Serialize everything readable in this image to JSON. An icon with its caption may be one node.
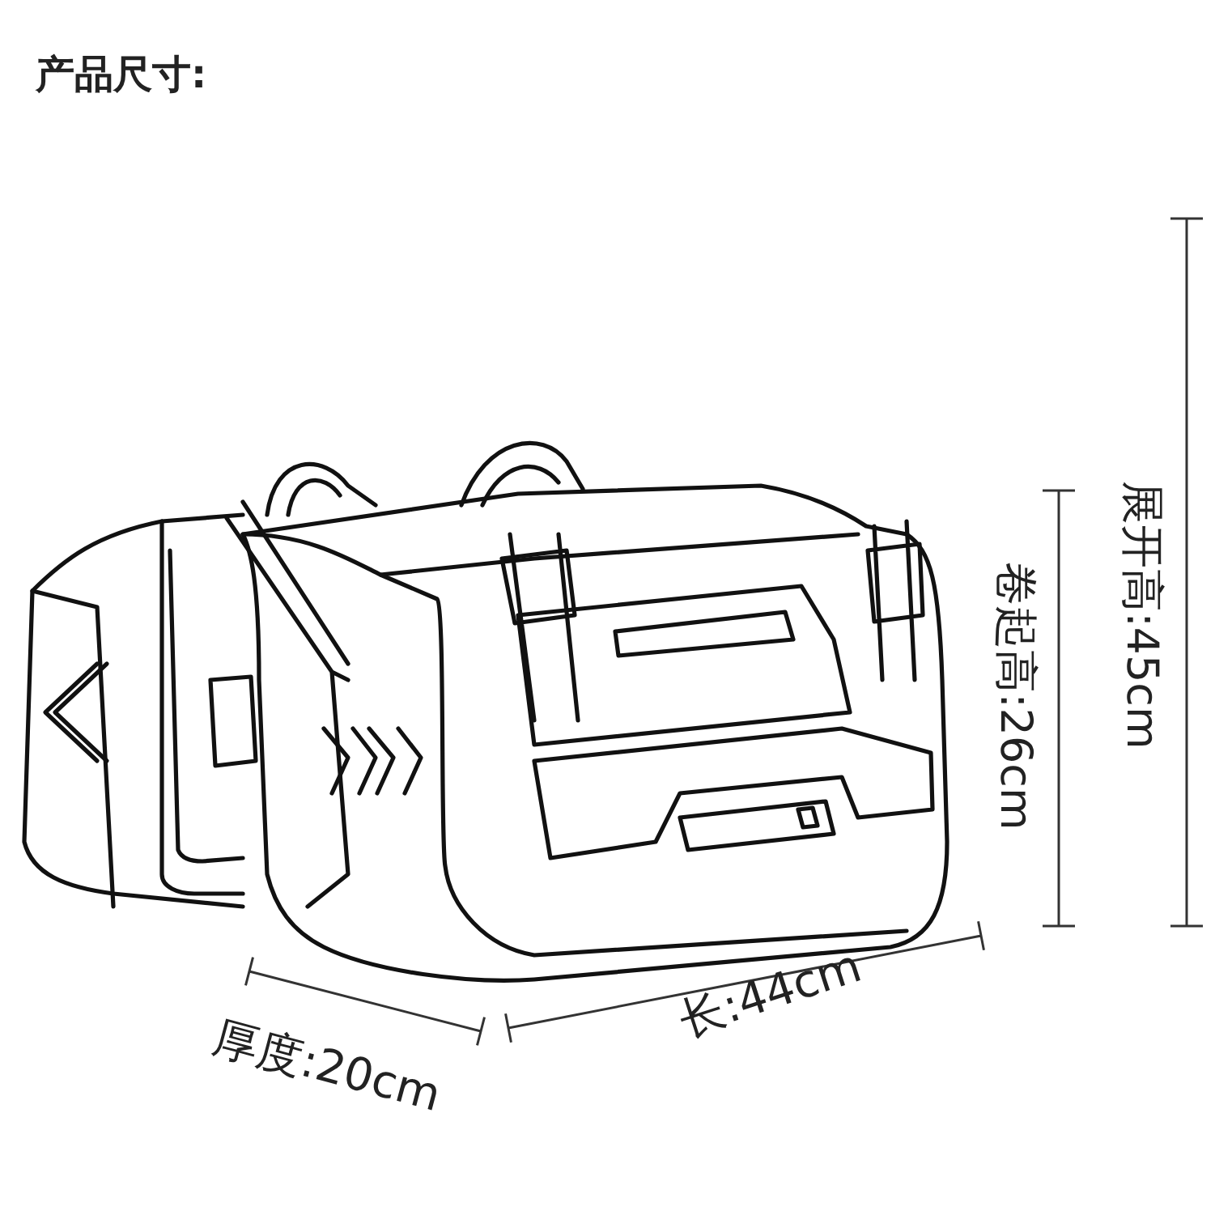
{
  "diagram": {
    "title": "产品尺寸:",
    "labels": [
      "展开高:45cm",
      "卷起高:26cm",
      "厚度:20cm",
      "长:44cm"
    ]
  }
}
